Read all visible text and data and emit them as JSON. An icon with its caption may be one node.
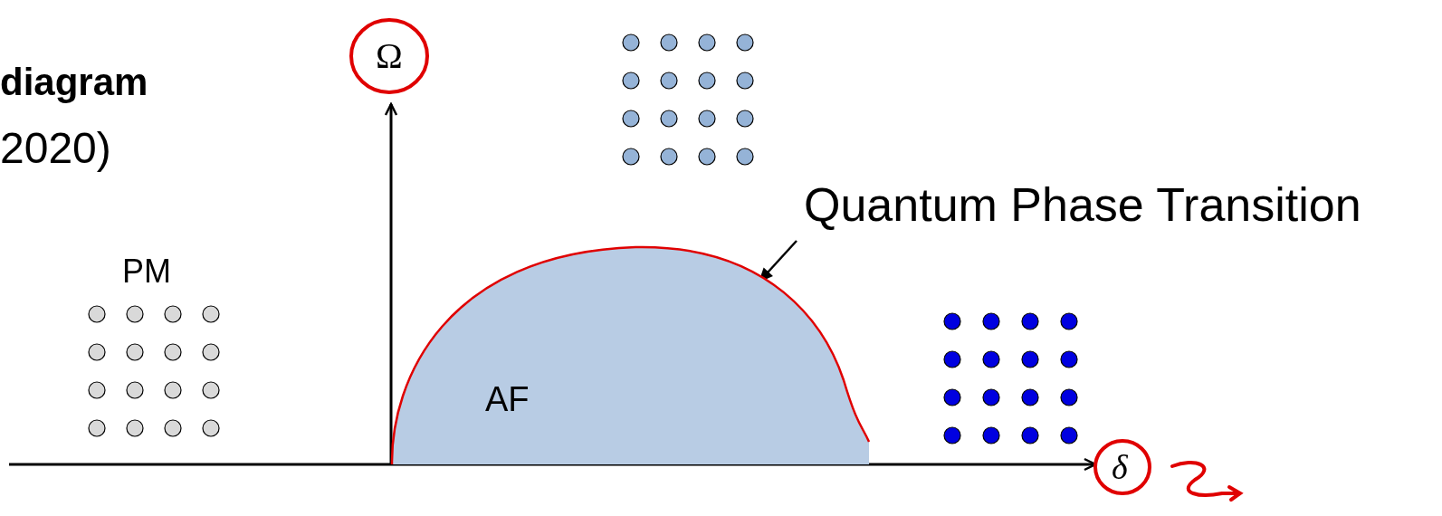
{
  "diagram": {
    "nodes": [
      {
        "text": [
          "Quantum Phase Transition"
        ]
      },
      {
        "text": [
          "AF"
        ]
      }
    ],
    "edges": [
      {
        "from": 0,
        "to": 1,
        "arrow": "to"
      }
    ],
    "labels": [
      "Ω",
      "diagram",
      "2020)",
      "PM",
      "δ"
    ]
  }
}
